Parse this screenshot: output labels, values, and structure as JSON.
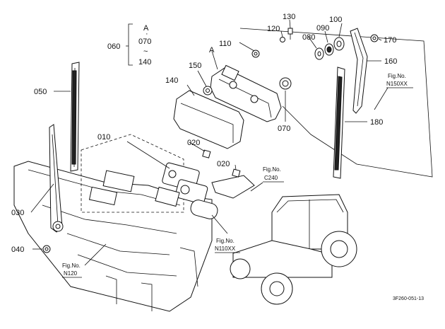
{
  "callouts": {
    "c010": "010",
    "c020a": "020",
    "c020b": "020",
    "c030": "030",
    "c040": "040",
    "c050": "050",
    "c060": "060",
    "c070": "070",
    "c080": "080",
    "c090": "090",
    "c100": "100",
    "c110": "110",
    "c120": "120",
    "c130": "130",
    "c140": "140",
    "c150": "150",
    "c160": "160",
    "c170": "170",
    "c180": "180"
  },
  "view_marker": "A",
  "group_bracket": {
    "top": "A",
    "first": "070",
    "sep": "~",
    "last": "140"
  },
  "fig_refs": {
    "n150": {
      "l1": "Fig.No.",
      "l2": "N150XX"
    },
    "c240": {
      "l1": "Fig.No.",
      "l2": "C240"
    },
    "n110": {
      "l1": "Fig.No.",
      "l2": "N110XX"
    },
    "n120": {
      "l1": "Fig.No.",
      "l2": "N120"
    }
  },
  "drawing_code": "3F260-051-13"
}
